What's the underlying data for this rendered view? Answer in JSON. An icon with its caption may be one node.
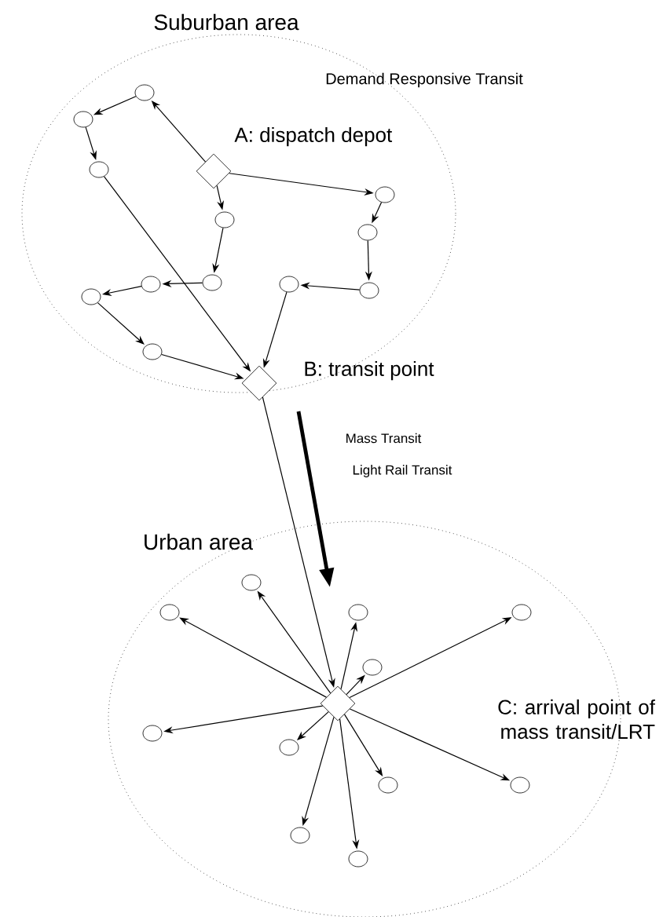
{
  "diagram": {
    "nodes": [
      {
        "text": [
          "Suburban area"
        ]
      },
      {
        "text": [
          "A: dispatch depot"
        ],
        "in": 0
      },
      {
        "text": [],
        "shape": "circle",
        "in": 0
      },
      {
        "text": [],
        "shape": "circle",
        "in": 0
      },
      {
        "text": [],
        "shape": "circle",
        "in": 0
      },
      {
        "text": [],
        "shape": "circle",
        "in": 0
      },
      {
        "text": [],
        "shape": "circle",
        "in": 0
      },
      {
        "text": [],
        "shape": "circle",
        "in": 0
      },
      {
        "text": [],
        "shape": "circle",
        "in": 0
      },
      {
        "text": [],
        "shape": "circle",
        "in": 0
      },
      {
        "text": [],
        "shape": "circle",
        "in": 0
      },
      {
        "text": [],
        "shape": "circle",
        "in": 0
      },
      {
        "text": [],
        "shape": "circle",
        "in": 0
      },
      {
        "text": [],
        "shape": "circle",
        "in": 0
      },
      {
        "text": [
          "B: transit point"
        ]
      },
      {
        "text": [
          "Urban area"
        ]
      },
      {
        "text": [],
        "shape": "diamond",
        "in": 15
      },
      {
        "text": [],
        "shape": "circle",
        "in": 15
      },
      {
        "text": [],
        "shape": "circle",
        "in": 15
      },
      {
        "text": [],
        "shape": "circle",
        "in": 15
      },
      {
        "text": [],
        "shape": "circle",
        "in": 15
      },
      {
        "text": [],
        "shape": "circle",
        "in": 15
      },
      {
        "text": [],
        "shape": "circle",
        "in": 15
      },
      {
        "text": [],
        "shape": "circle",
        "in": 15
      },
      {
        "text": [],
        "shape": "circle",
        "in": 15
      },
      {
        "text": [],
        "shape": "circle",
        "in": 15
      },
      {
        "text": [],
        "shape": "circle",
        "in": 15
      },
      {
        "text": [],
        "shape": "circle",
        "in": 15
      }
    ],
    "edges": [
      {
        "from": 1,
        "to": 2,
        "arrow": "to"
      },
      {
        "from": 2,
        "to": 3,
        "arrow": "to"
      },
      {
        "from": 3,
        "to": 4,
        "arrow": "to"
      },
      {
        "from": 4,
        "to": 14,
        "arrow": "to"
      },
      {
        "from": 1,
        "to": 5,
        "arrow": "to"
      },
      {
        "from": 5,
        "to": 6,
        "arrow": "to"
      },
      {
        "from": 6,
        "to": 7,
        "arrow": "to"
      },
      {
        "from": 7,
        "to": 8,
        "arrow": "to"
      },
      {
        "from": 8,
        "to": 9,
        "arrow": "to"
      },
      {
        "from": 9,
        "to": 14,
        "arrow": "to"
      },
      {
        "from": 1,
        "to": 10,
        "arrow": "to"
      },
      {
        "from": 10,
        "to": 11,
        "arrow": "to"
      },
      {
        "from": 11,
        "to": 12,
        "arrow": "to"
      },
      {
        "from": 12,
        "to": 13,
        "arrow": "to"
      },
      {
        "from": 13,
        "to": 14,
        "arrow": "to"
      },
      {
        "from": 14,
        "to": 16,
        "arrow": "to"
      },
      {
        "from": 16,
        "to": 17,
        "arrow": "to"
      },
      {
        "from": 16,
        "to": 18,
        "arrow": "to"
      },
      {
        "from": 16,
        "to": 19,
        "arrow": "to"
      },
      {
        "from": 16,
        "to": 20,
        "arrow": "to"
      },
      {
        "from": 16,
        "to": 21,
        "arrow": "to"
      },
      {
        "from": 16,
        "to": 22,
        "arrow": "to"
      },
      {
        "from": 16,
        "to": 23,
        "arrow": "to"
      },
      {
        "from": 16,
        "to": 24,
        "arrow": "to"
      },
      {
        "from": 16,
        "to": 25,
        "arrow": "to"
      },
      {
        "from": 16,
        "to": 26,
        "arrow": "to"
      },
      {
        "from": 16,
        "to": 27,
        "arrow": "to"
      }
    ],
    "labels": [
      "Demand Responsive Transit",
      "Mass Transit",
      "Light Rail Transit",
      "C: arrival point of mass transit/LRT"
    ]
  }
}
